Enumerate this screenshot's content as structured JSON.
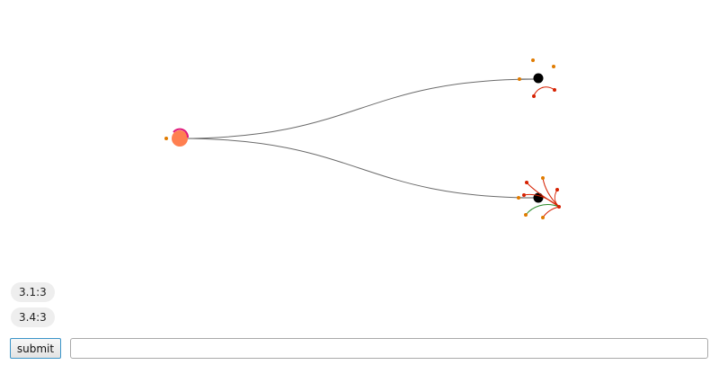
{
  "diagram": {
    "link_color": "#6b6b6b",
    "root_color": "#ff7f50",
    "root_arc_color": "#e0187a",
    "leaf_color": "#000000",
    "dot_color": "#e07b00",
    "accent_red": "#d62000",
    "accent_green": "#2a8a2a"
  },
  "chips": [
    "3.1:3",
    "3.4:3"
  ],
  "form": {
    "submit_label": "submit",
    "input_value": ""
  }
}
